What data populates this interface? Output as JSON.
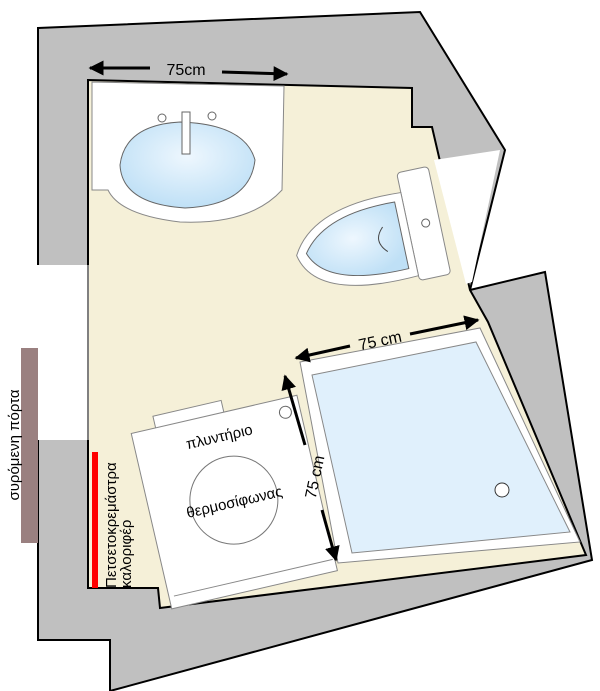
{
  "labels": {
    "sink_width": "75cm",
    "shower_width": "75 cm",
    "shower_depth": "75 cm",
    "washer": "πλυντήριο",
    "water_heater": "θερμοσίφωνας",
    "towel_rail": "Πετσετοκρεμάστρα",
    "radiator": "καλοριφέρ",
    "sliding_door": "συρόμενη πόρτα"
  },
  "colors": {
    "wall": "#c0c0c0",
    "floor": "#f5f0d8",
    "water": "#d8ecfa",
    "door": "#9a8080",
    "towel_rail": "#ff0000"
  }
}
